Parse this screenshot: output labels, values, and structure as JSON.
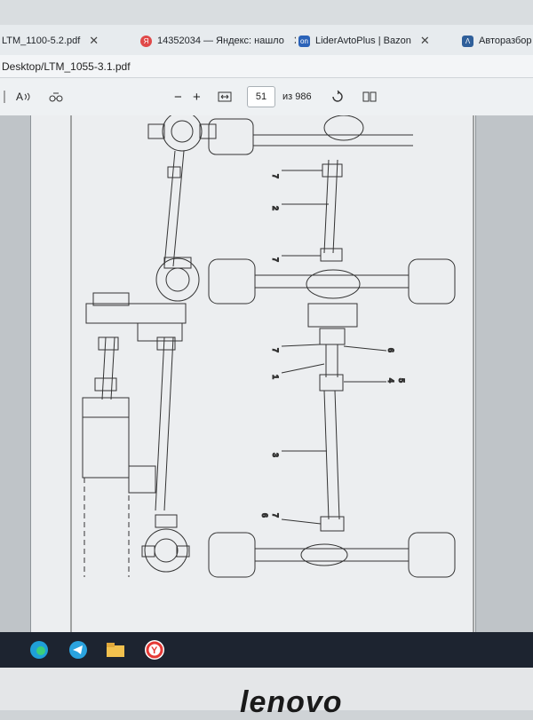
{
  "browser": {
    "tabs": [
      {
        "label": "LTM_1100-5.2.pdf",
        "icon": "pdf-icon"
      },
      {
        "label": "14352034 — Яндекс: нашло",
        "icon": "yandex-search-icon"
      },
      {
        "label": "LiderAvtoPlus | Bazon",
        "icon": "on-icon"
      },
      {
        "label": "Авторазбор",
        "icon": "site-icon"
      }
    ],
    "address": "Desktop/LTM_1055-3.1.pdf"
  },
  "pdf_toolbar": {
    "read_aloud_label": "A",
    "zoom_out": "−",
    "zoom_in": "+",
    "page_number": "51",
    "page_total": "из 986"
  },
  "drawing_labels": {
    "n7a": "7",
    "n2": "2",
    "n7b": "7",
    "n7c": "7",
    "n1": "1",
    "n6a": "6",
    "n4": "4",
    "n5": "5",
    "n3": "3",
    "n6b": "6",
    "n7d": "7"
  },
  "taskbar": {
    "icons": [
      "edge-icon",
      "telegram-icon",
      "file-explorer-icon",
      "yandex-browser-icon"
    ]
  },
  "monitor": {
    "brand": "lenovo"
  }
}
